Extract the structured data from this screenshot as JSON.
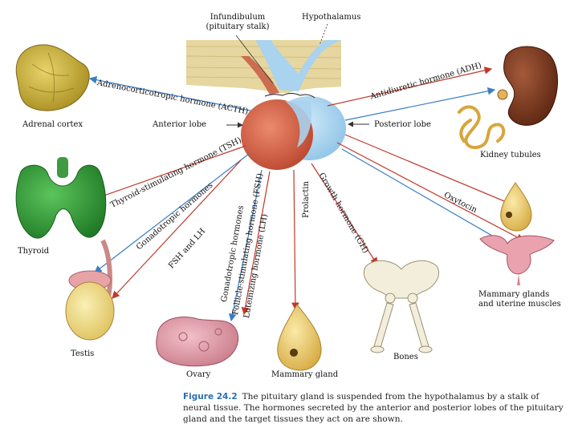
{
  "labels": {
    "infundibulum": "Infundibulum",
    "pituitary_stalk": "(pituitary stalk)",
    "hypothalamus": "Hypothalamus",
    "adrenal_cortex": "Adrenal cortex",
    "anterior_lobe": "Anterior lobe",
    "posterior_lobe": "Posterior lobe",
    "kidney_tubules": "Kidney tubules",
    "thyroid": "Thyroid",
    "testis": "Testis",
    "ovary": "Ovary",
    "mammary_gland": "Mammary gland",
    "bones": "Bones",
    "mammary_uterine_1": "Mammary glands",
    "mammary_uterine_2": "and uterine muscles"
  },
  "hormones": {
    "acth": "Adrenocorticotropic hormone (ACTH)",
    "adh": "Antidiuretic hormone (ADH)",
    "tsh": "Thyroid-stimulating hormone (TSH)",
    "gonadotropic_1": "Gonadotropic hormones",
    "fsh_lh": "FSH and LH",
    "gonadotropic_2": "Gonadotropic hormones",
    "fsh": "Follicle-stimulating hormone (FSH)",
    "lh": "Luteinizing hormone (LH)",
    "prolactin": "Prolactin",
    "gh": "Growth hormone (GH)",
    "oxytocin": "Oxytocin"
  },
  "caption": {
    "figure_number": "Figure 24.2",
    "text": "The pituitary gland is suspended from the hypothalamus by a stalk of neural tissue. The hormones secreted by the anterior and posterior lobes of the pituitary gland and the target tissues they act on are shown."
  },
  "colors": {
    "anterior_arrow": "#c0392b",
    "posterior_arrow": "#3a7fc4",
    "anterior_lobe": "#d8644a",
    "posterior_lobe": "#a9d3ee",
    "hypothalamus_tissue": "#e6d6a0"
  }
}
